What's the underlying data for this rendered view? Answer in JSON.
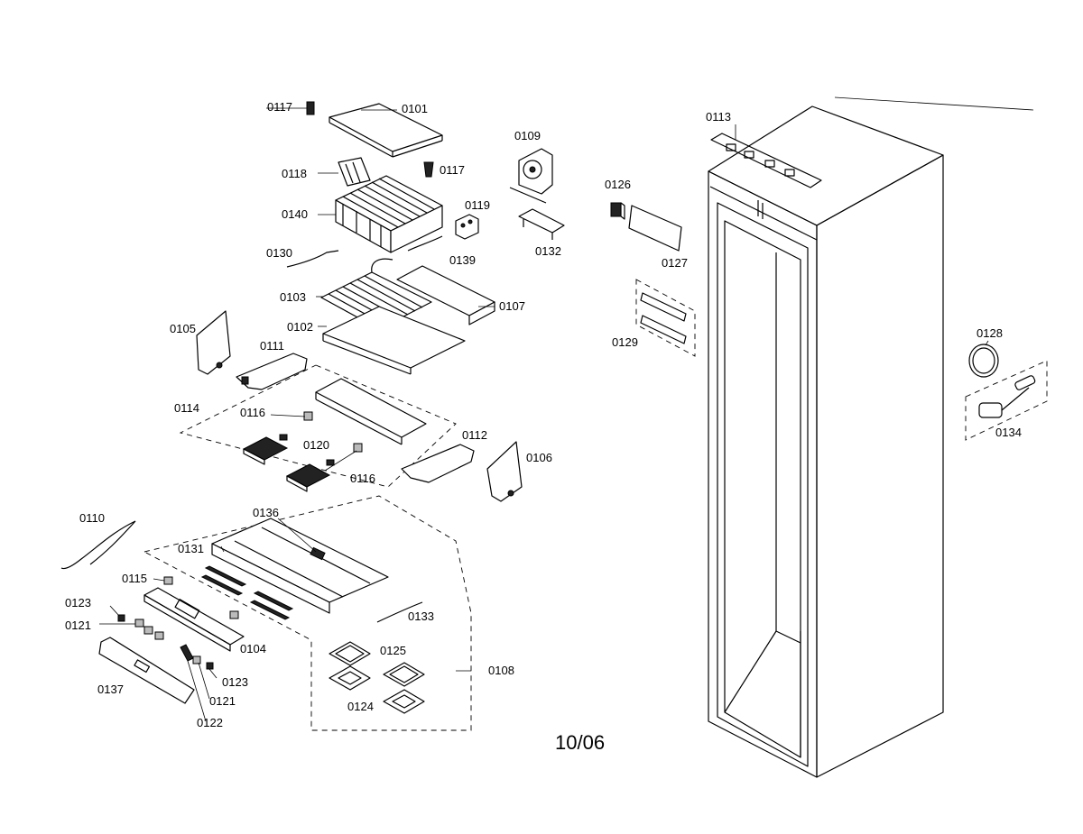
{
  "diagram": {
    "date_code": "10/06",
    "part_labels": {
      "p0117a": "0117",
      "p0101": "0101",
      "p0118": "0118",
      "p0117b": "0117",
      "p0109": "0109",
      "p0140": "0140",
      "p0119": "0119",
      "p0130": "0130",
      "p0139": "0139",
      "p0132": "0132",
      "p0126": "0126",
      "p0127": "0127",
      "p0113": "0113",
      "p0103": "0103",
      "p0107": "0107",
      "p0102": "0102",
      "p0105": "0105",
      "p0111": "0111",
      "p0129": "0129",
      "p0128": "0128",
      "p0114": "0114",
      "p0116a": "0116",
      "p0120": "0120",
      "p0116b": "0116",
      "p0112": "0112",
      "p0106": "0106",
      "p0134": "0134",
      "p0110": "0110",
      "p0136": "0136",
      "p0131": "0131",
      "p0115": "0115",
      "p0123a": "0123",
      "p0121a": "0121",
      "p0133": "0133",
      "p0104": "0104",
      "p0125": "0125",
      "p0108": "0108",
      "p0123b": "0123",
      "p0137": "0137",
      "p0121b": "0121",
      "p0124": "0124",
      "p0122": "0122"
    }
  }
}
